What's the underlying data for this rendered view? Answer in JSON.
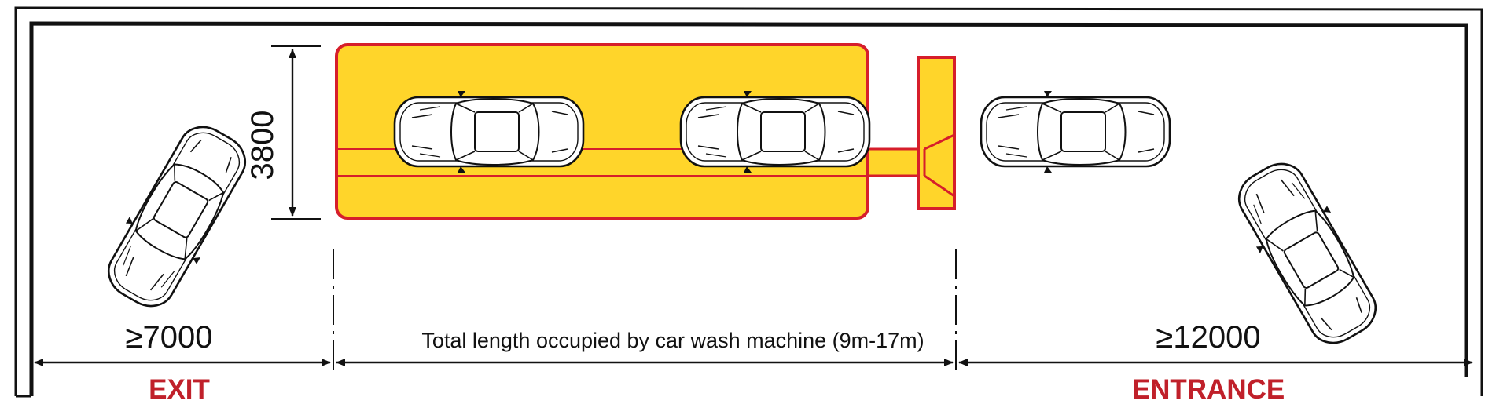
{
  "labels": {
    "width_dim": "3800",
    "exit_dim": "≥7000",
    "machine_dim": "Total length occupied by car wash machine (9m-17m)",
    "entrance_dim": "≥12000",
    "exit_label": "EXIT",
    "entrance_label": "ENTRANCE"
  },
  "colors": {
    "wash_bay_fill": "#FFD52A",
    "wash_bay_outline": "#D61E2B",
    "zone_label": "#C0202A",
    "line": "#111111"
  }
}
